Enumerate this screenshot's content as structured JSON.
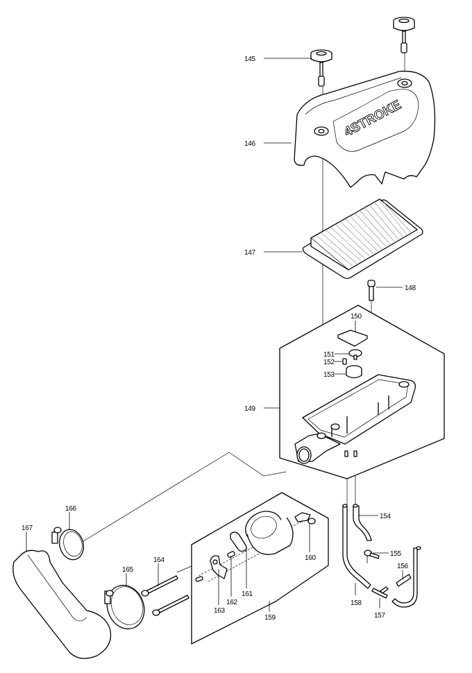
{
  "diagram": {
    "title": "Air filter and intake exploded parts view",
    "brand_text": "4STROKE",
    "parts": [
      {
        "id": "145",
        "label": "145",
        "name": "knob-screw"
      },
      {
        "id": "146",
        "label": "146",
        "name": "air-cleaner-cover"
      },
      {
        "id": "147",
        "label": "147",
        "name": "air-filter-element"
      },
      {
        "id": "148",
        "label": "148",
        "name": "screw"
      },
      {
        "id": "149",
        "label": "149",
        "name": "air-cleaner-case-assembly"
      },
      {
        "id": "150",
        "label": "150",
        "name": "sponge-pad"
      },
      {
        "id": "151",
        "label": "151",
        "name": "valve-cap"
      },
      {
        "id": "152",
        "label": "152",
        "name": "small-screw"
      },
      {
        "id": "153",
        "label": "153",
        "name": "ring-holder"
      },
      {
        "id": "154",
        "label": "154",
        "name": "tube"
      },
      {
        "id": "155",
        "label": "155",
        "name": "tube-clip"
      },
      {
        "id": "156",
        "label": "156",
        "name": "short-tube"
      },
      {
        "id": "157",
        "label": "157",
        "name": "t-joint"
      },
      {
        "id": "158",
        "label": "158",
        "name": "long-tube"
      },
      {
        "id": "159",
        "label": "159",
        "name": "choke-assembly"
      },
      {
        "id": "160",
        "label": "160",
        "name": "choke-lever"
      },
      {
        "id": "161",
        "label": "161",
        "name": "choke-plate"
      },
      {
        "id": "162",
        "label": "162",
        "name": "plate-screw"
      },
      {
        "id": "163",
        "label": "163",
        "name": "lever-bracket"
      },
      {
        "id": "164",
        "label": "164",
        "name": "long-bolt"
      },
      {
        "id": "165",
        "label": "165",
        "name": "hose-clamp-large"
      },
      {
        "id": "166",
        "label": "166",
        "name": "hose-clamp-small"
      },
      {
        "id": "167",
        "label": "167",
        "name": "intake-elbow"
      }
    ]
  }
}
